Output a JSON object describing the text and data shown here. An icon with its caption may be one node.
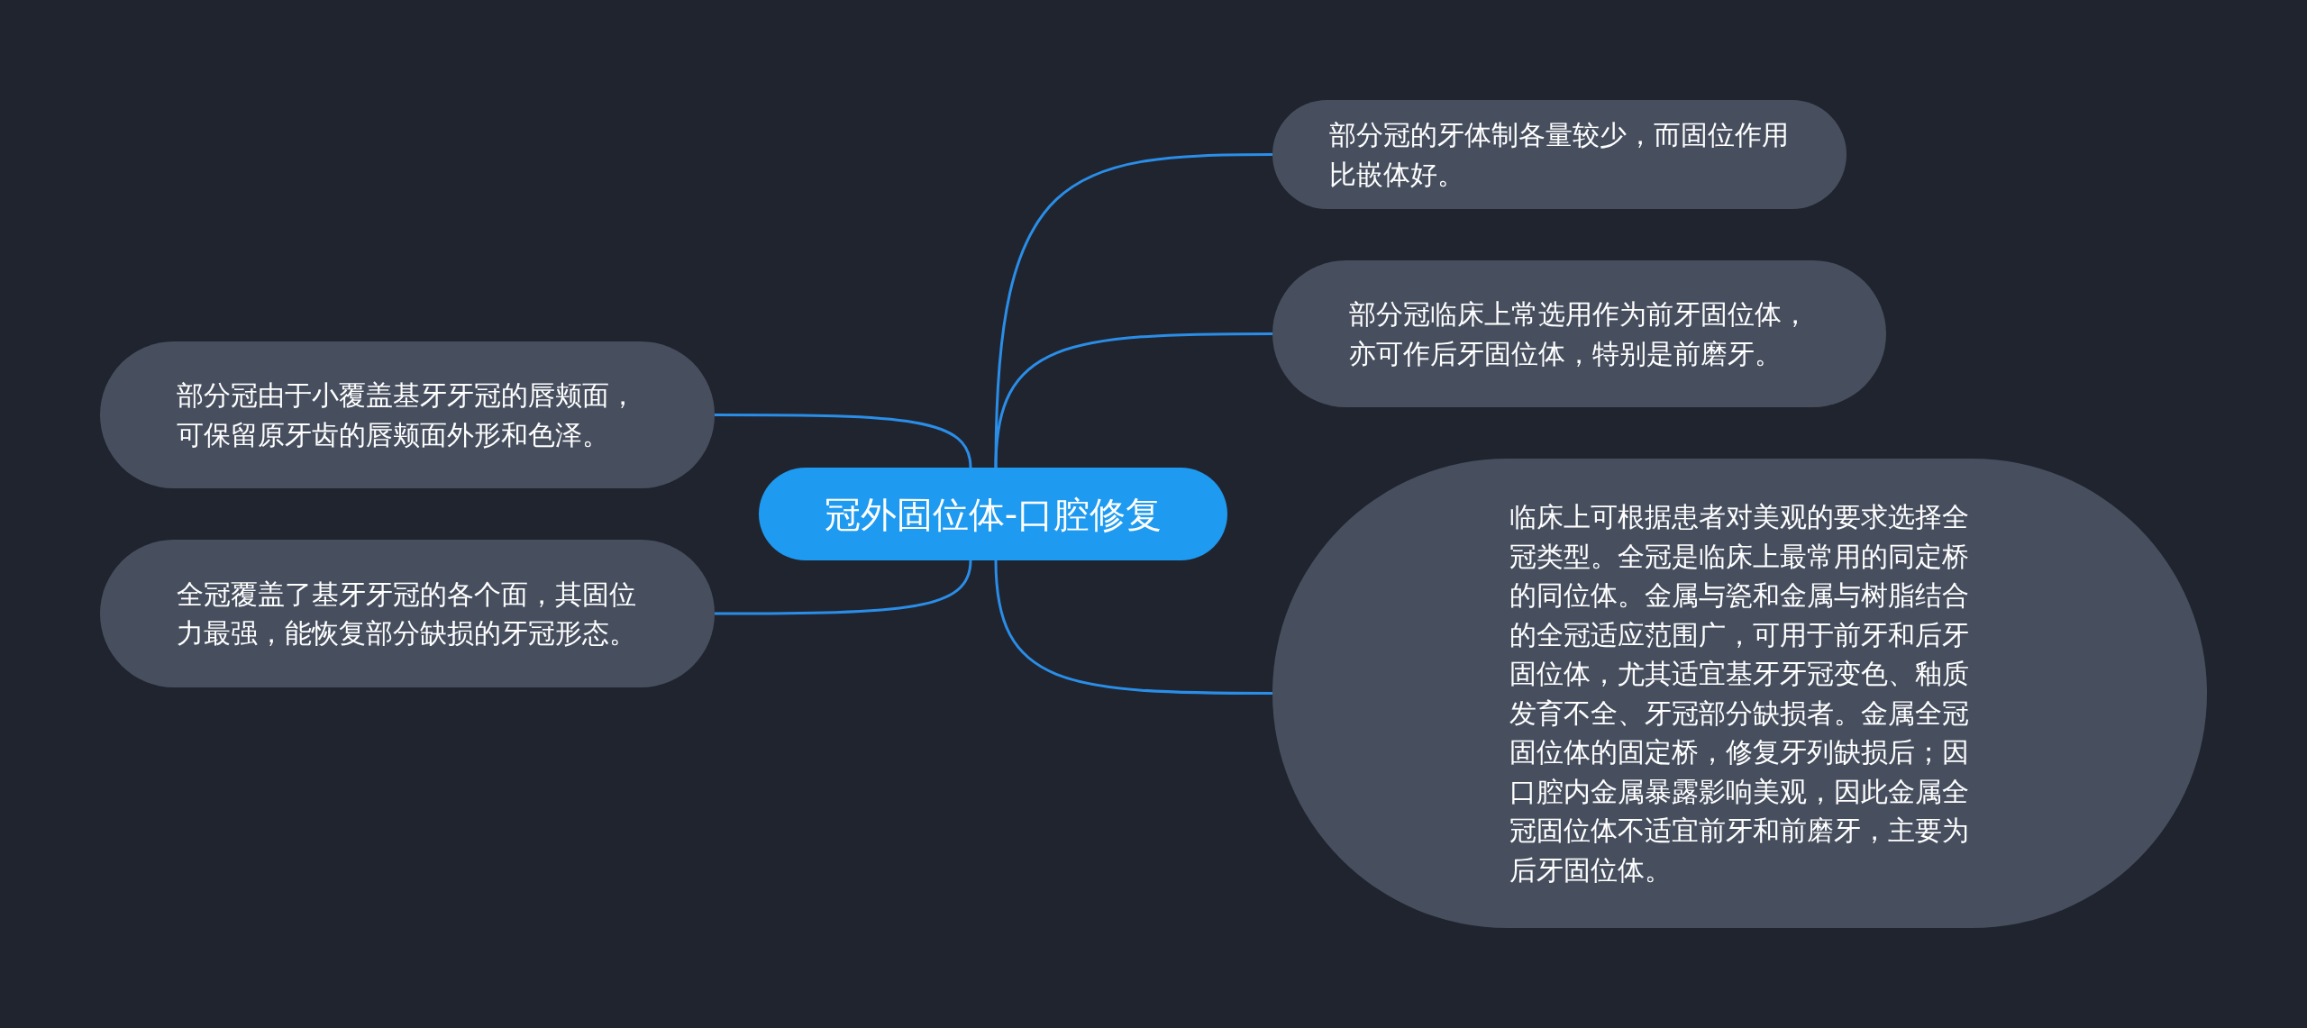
{
  "diagram": {
    "nodes": [
      {
        "text": [
          "冠外固位体-口腔修复"
        ]
      },
      {
        "text": [
          "部分冠由于小覆盖基牙牙冠的唇颊面，可保留原牙齿的唇颊面外形和色泽。"
        ]
      },
      {
        "text": [
          "全冠覆盖了基牙牙冠的各个面，其固位力最强，能恢复部分缺损的牙冠形态。"
        ]
      },
      {
        "text": [
          "部分冠的牙体制各量较少，而固位作用比嵌体好。"
        ]
      },
      {
        "text": [
          "部分冠临床上常选用作为前牙固位体，亦可作后牙固位体，特别是前磨牙。"
        ]
      },
      {
        "text": [
          "临床上可根据患者对美观的要求选择全冠类型。全冠是临床上最常用的同定桥的同位体。金属与瓷和金属与树脂结合的全冠适应范围广，可用于前牙和后牙固位体，尤其适宜基牙牙冠变色、釉质发育不全、牙冠部分缺损者。金属全冠固位体的固定桥，修复牙列缺损后；因口腔内金属暴露影响美观，因此金属全冠固位体不适宜前牙和前磨牙，主要为后牙固位体。"
        ]
      }
    ],
    "edges": [
      {
        "from": 0,
        "to": 1,
        "arrow": "none"
      },
      {
        "from": 0,
        "to": 2,
        "arrow": "none"
      },
      {
        "from": 0,
        "to": 3,
        "arrow": "none"
      },
      {
        "from": 0,
        "to": 4,
        "arrow": "none"
      },
      {
        "from": 0,
        "to": 5,
        "arrow": "none"
      }
    ]
  }
}
